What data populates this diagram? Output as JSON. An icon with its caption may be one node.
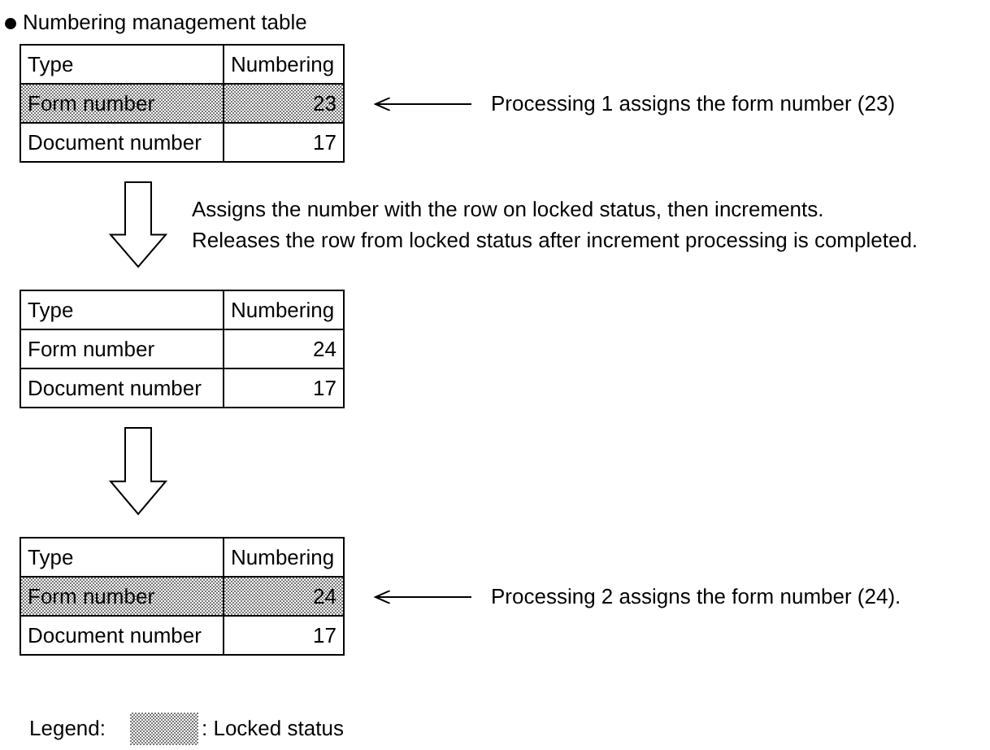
{
  "diagram": {
    "nodes": [
      {
        "text": [
          "Numbering management table"
        ]
      },
      {
        "text": [
          "Type",
          "Numbering"
        ],
        "in": 0
      },
      {
        "text": [
          "Form number",
          "23"
        ],
        "in": 0
      },
      {
        "text": [
          "Document number",
          "17"
        ],
        "in": 0
      },
      {
        "text": [
          "Processing 1 assigns the form number (23)"
        ]
      },
      {
        "text": [],
        "shape": "box"
      },
      {
        "text": [
          "Type",
          "Numbering"
        ],
        "in": 5
      },
      {
        "text": [
          "Form number",
          "24"
        ],
        "in": 5
      },
      {
        "text": [
          "Document number",
          "17"
        ],
        "in": 5
      },
      {
        "text": [],
        "shape": "box"
      },
      {
        "text": [
          "Type",
          "Numbering"
        ],
        "in": 9
      },
      {
        "text": [
          "Form number",
          "24"
        ],
        "in": 9
      },
      {
        "text": [
          "Document number",
          "17"
        ],
        "in": 9
      },
      {
        "text": [
          "Processing 2 assigns the form number (24)."
        ]
      }
    ],
    "edges": [
      {
        "from": 4,
        "to": 2,
        "arrow": "to"
      },
      {
        "from": 0,
        "to": 5,
        "arrow": "to",
        "label": "Assigns the number with the row on locked status, then increments. Releases the row from locked status after increment processing is completed."
      },
      {
        "from": 5,
        "to": 9,
        "arrow": "to"
      },
      {
        "from": 13,
        "to": 11,
        "arrow": "to"
      }
    ],
    "labels": [
      "Legend:"
    ],
    "legend": [
      {
        "text": ": Locked status"
      }
    ]
  }
}
